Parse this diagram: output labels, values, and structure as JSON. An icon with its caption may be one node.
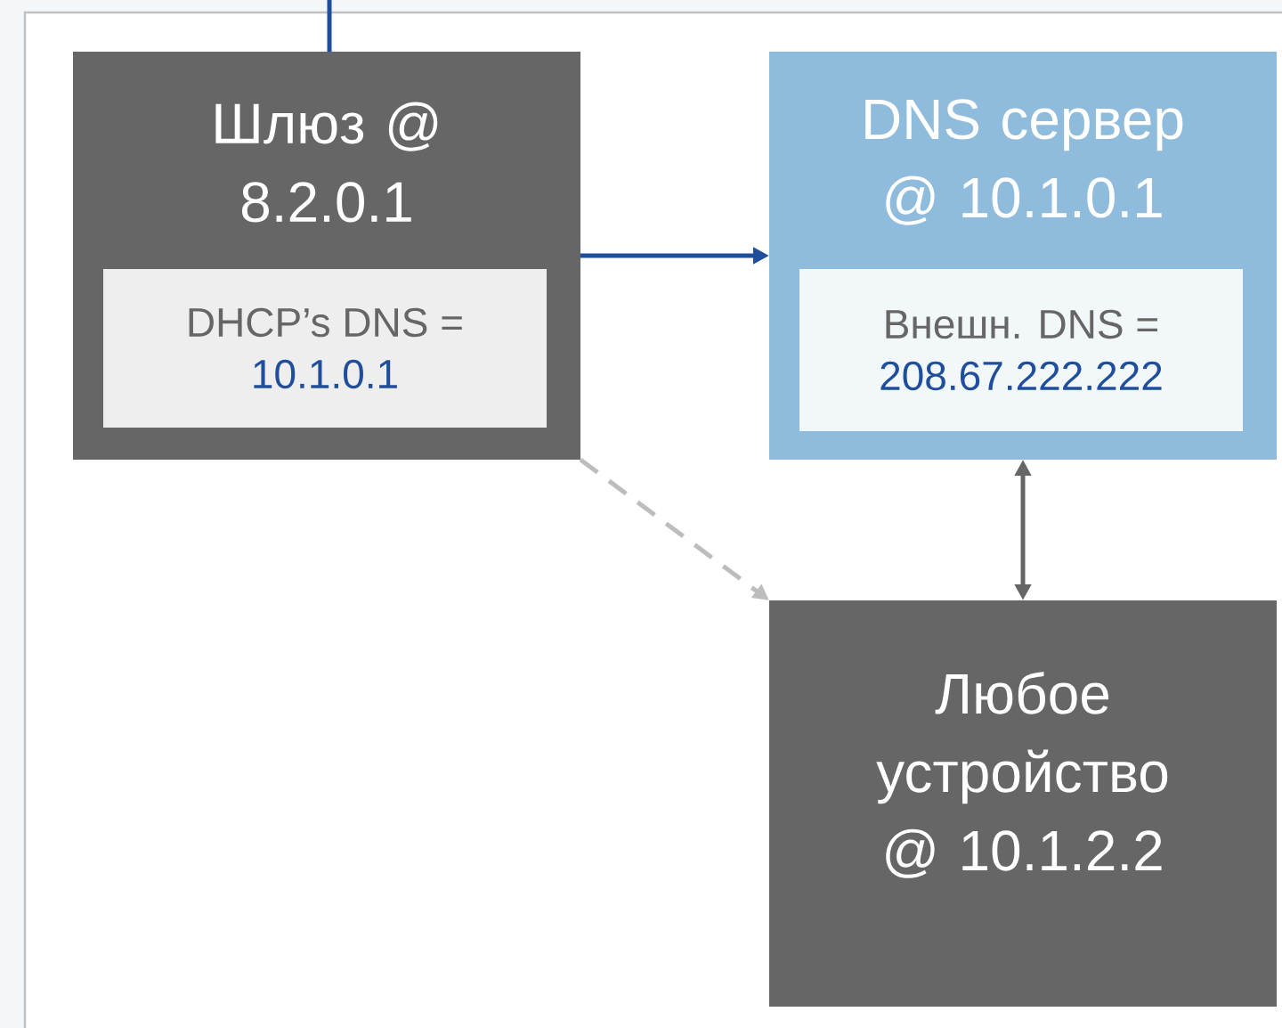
{
  "diagram": {
    "nodes": [
      {
        "text": [
          "Шлюз @ 8.2.0.1"
        ]
      },
      {
        "text": [
          "DHCP’s DNS =",
          "10.1.0.1"
        ],
        "in": 0
      },
      {
        "text": [
          "DNS сервер @ 10.1.0.1"
        ]
      },
      {
        "text": [
          "Внешн. DNS =",
          "208.67.222.222"
        ],
        "in": 2
      },
      {
        "text": [
          "Любое устройство @ 10.1.2.2"
        ]
      }
    ],
    "edges": [
      {
        "from": null,
        "to": 0,
        "arrow": "none",
        "color": "#1f4e9c"
      },
      {
        "from": 0,
        "to": 2,
        "arrow": "to",
        "color": "#1f4e9c"
      },
      {
        "from": 0,
        "to": 4,
        "arrow": "to",
        "style": "dashed",
        "color": "#bdbdbd"
      },
      {
        "from": 2,
        "to": 4,
        "arrow": "both",
        "color": "#666666"
      }
    ]
  }
}
